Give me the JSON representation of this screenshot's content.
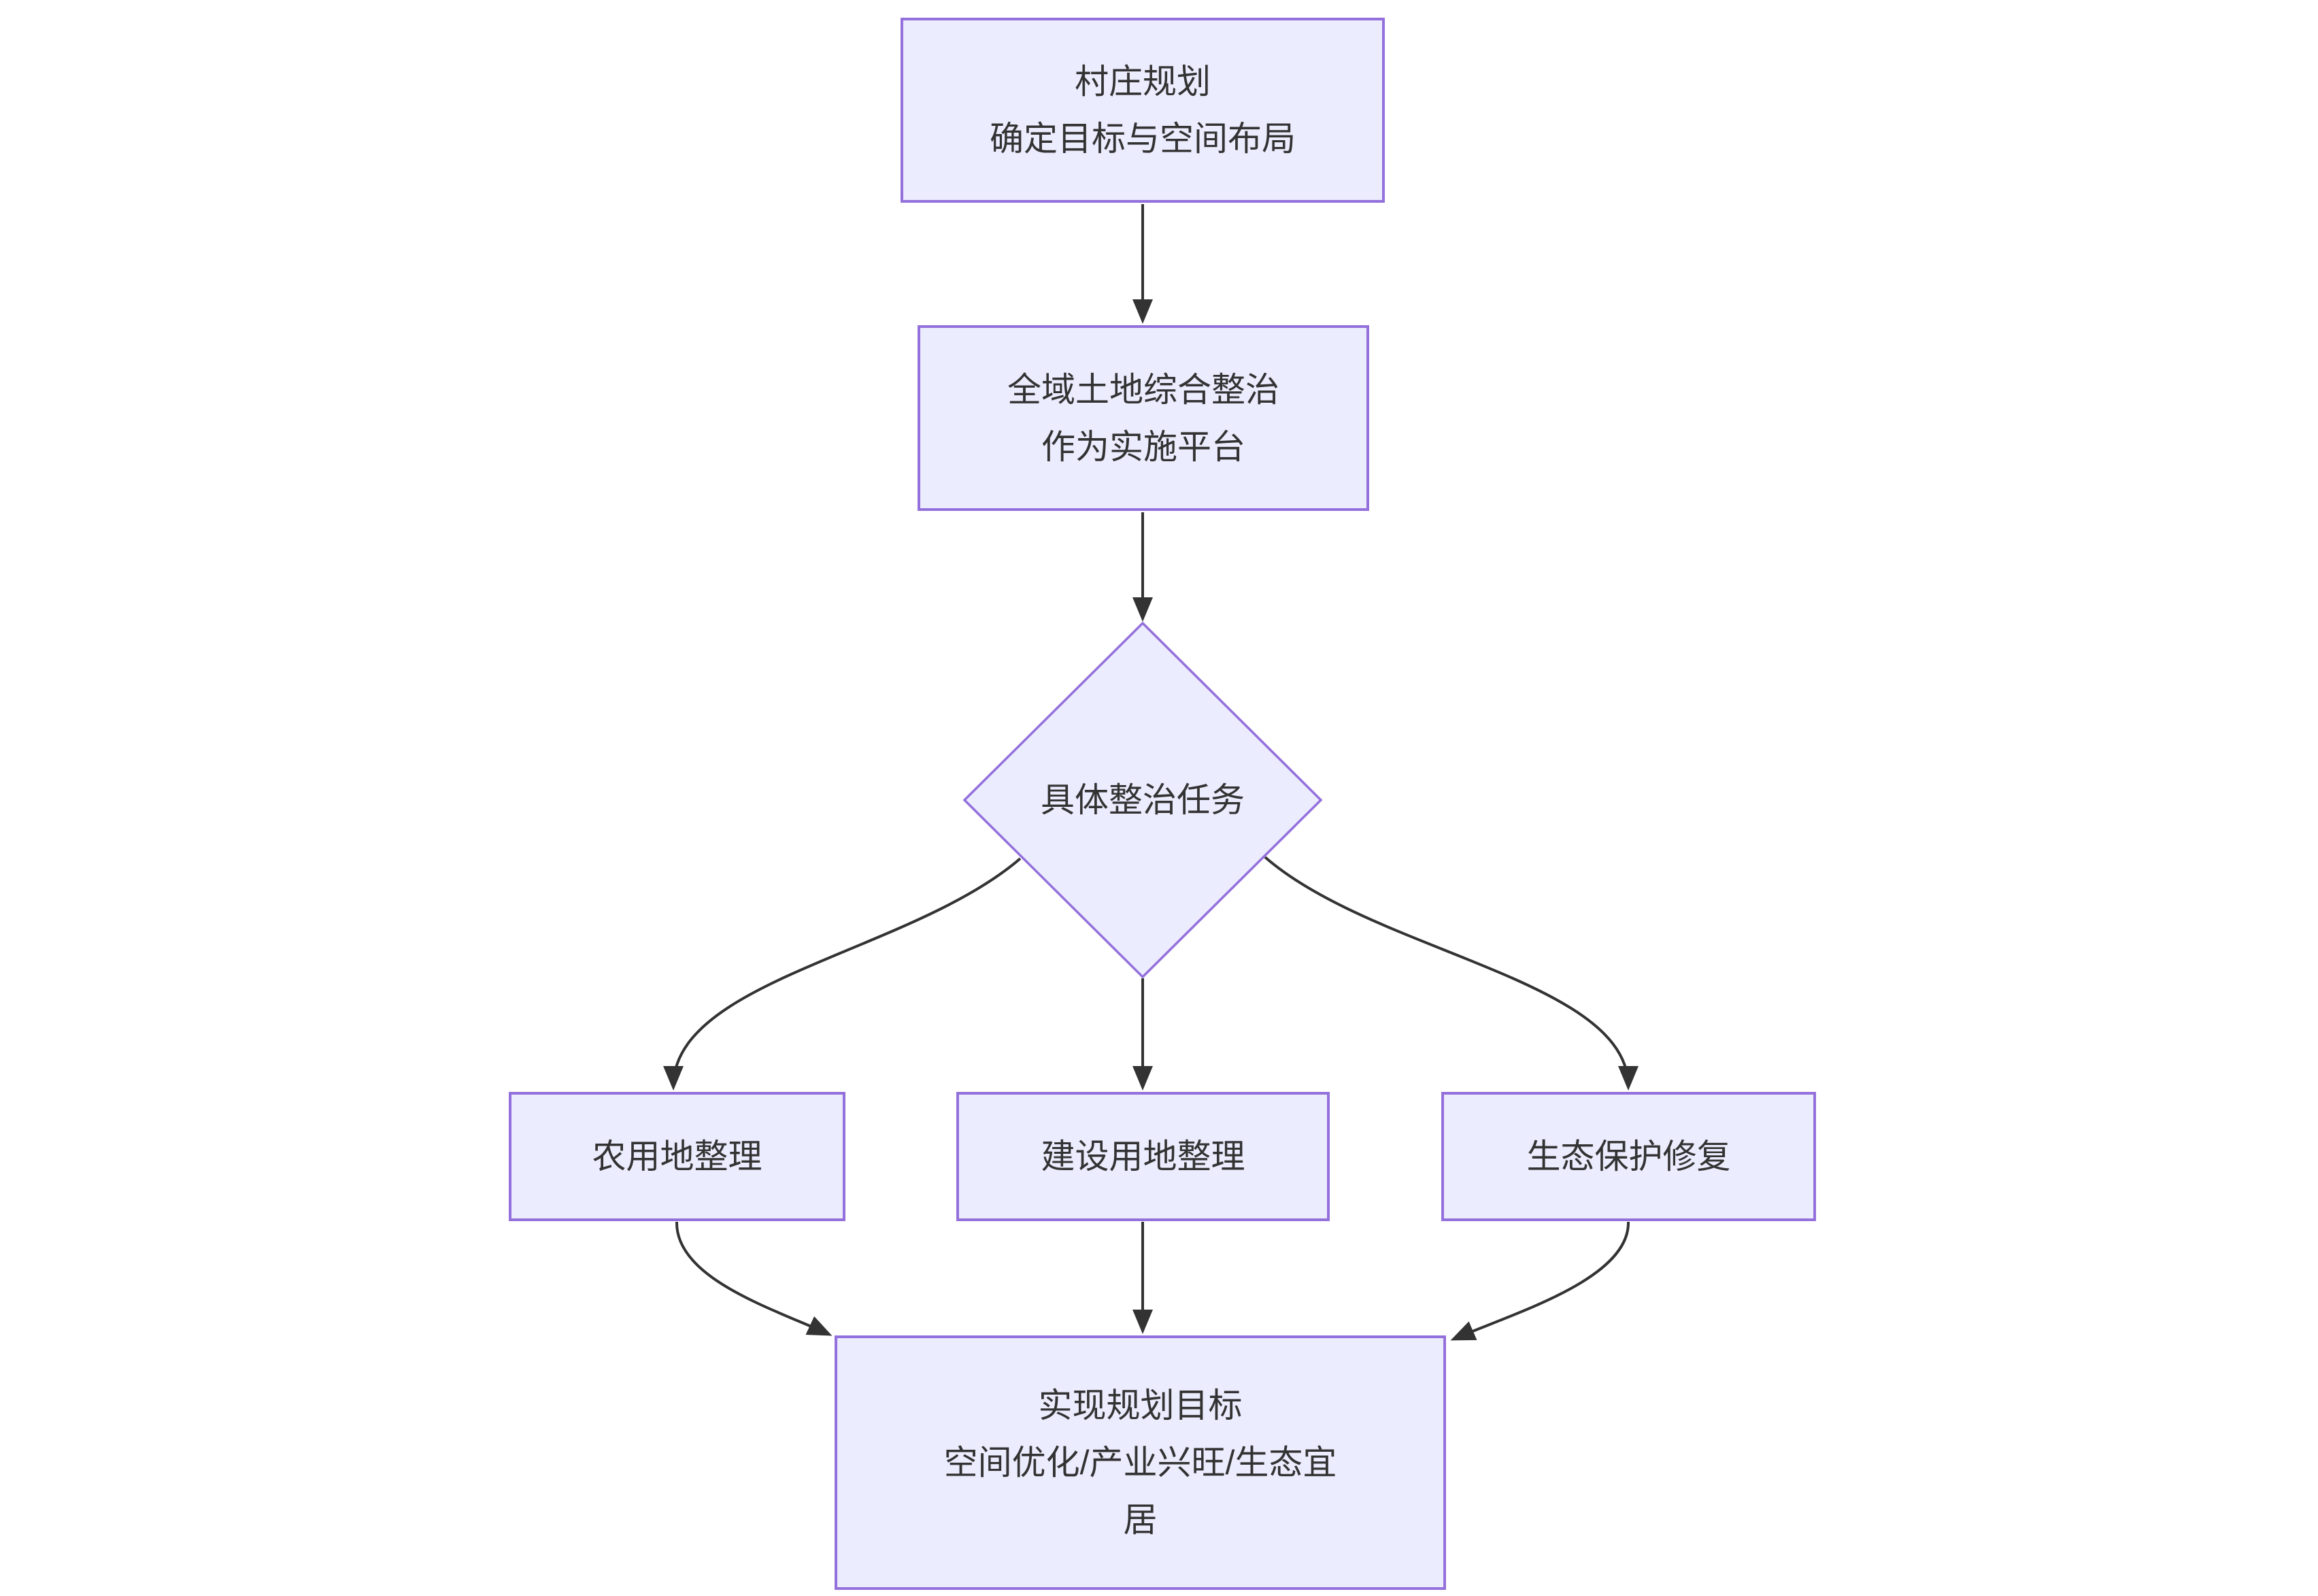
{
  "diagram": {
    "type": "flowchart",
    "direction": "top-down",
    "colors": {
      "background": "#FFFFFF",
      "node_fill": "#ECECFF",
      "node_border": "#9370DB",
      "edge": "#333333",
      "text": "#333333"
    },
    "nodes": {
      "village_plan": {
        "shape": "rect",
        "lines": [
          "村庄规划",
          "确定目标与空间布局"
        ]
      },
      "platform": {
        "shape": "rect",
        "lines": [
          "全域土地综合整治",
          "作为实施平台"
        ]
      },
      "tasks": {
        "shape": "diamond",
        "label": "具体整治任务"
      },
      "farmland": {
        "shape": "rect",
        "label": "农用地整理"
      },
      "construction": {
        "shape": "rect",
        "label": "建设用地整理"
      },
      "ecology": {
        "shape": "rect",
        "label": "生态保护修复"
      },
      "goal": {
        "shape": "rect",
        "lines": [
          "实现规划目标",
          "空间优化/产业兴旺/生态宜",
          "居"
        ]
      }
    },
    "edges": [
      {
        "from": "village_plan",
        "to": "platform"
      },
      {
        "from": "platform",
        "to": "tasks"
      },
      {
        "from": "tasks",
        "to": "farmland"
      },
      {
        "from": "tasks",
        "to": "construction"
      },
      {
        "from": "tasks",
        "to": "ecology"
      },
      {
        "from": "farmland",
        "to": "goal"
      },
      {
        "from": "construction",
        "to": "goal"
      },
      {
        "from": "ecology",
        "to": "goal"
      }
    ]
  }
}
